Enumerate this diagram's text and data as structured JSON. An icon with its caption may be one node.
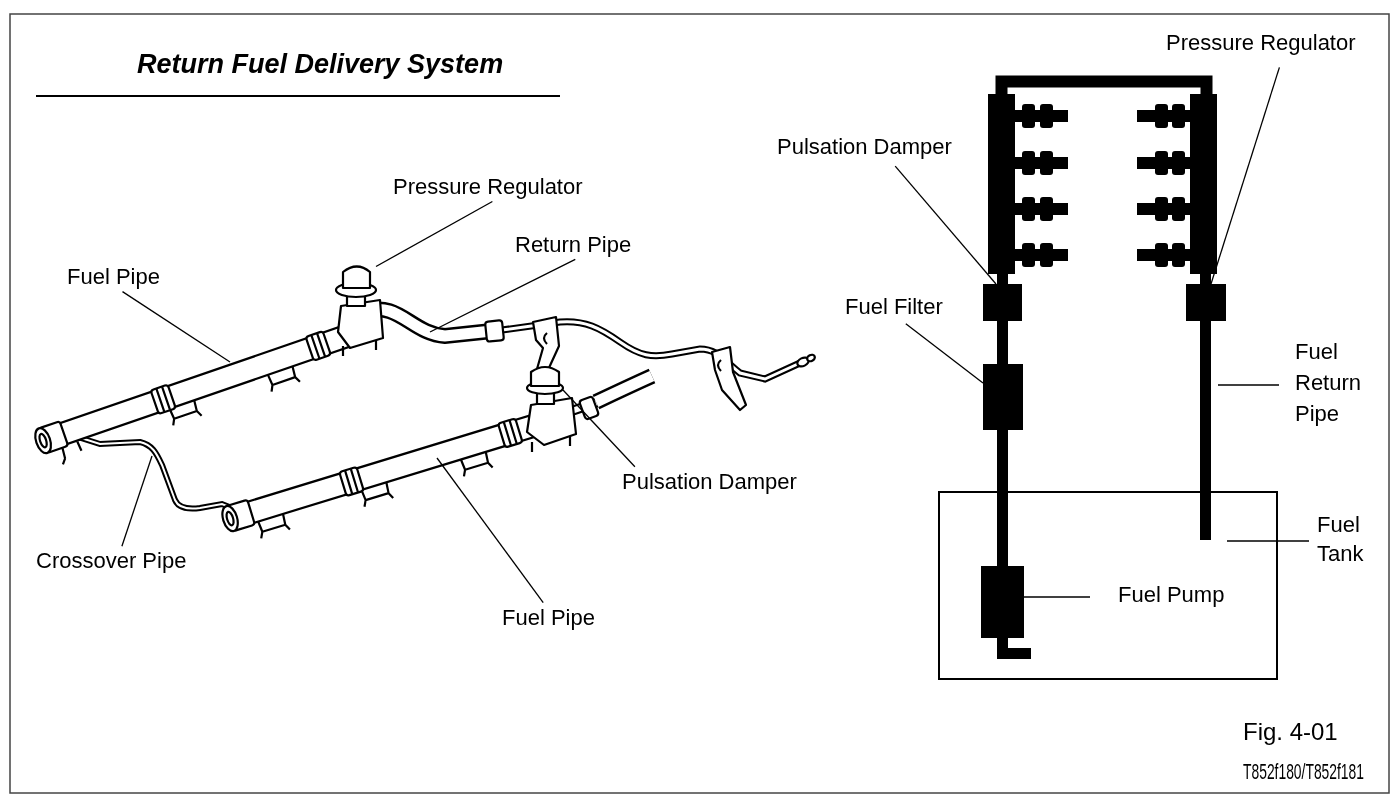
{
  "diagram": {
    "title": "Return Fuel Delivery System",
    "nodes": [
      {
        "text": [
          "Pressure Regulator"
        ]
      },
      {
        "text": [
          "Return Pipe"
        ]
      },
      {
        "text": [
          "Fuel Pipe"
        ]
      },
      {
        "text": [
          "Pulsation Damper"
        ]
      },
      {
        "text": [
          "Crossover Pipe"
        ]
      },
      {
        "text": [
          "Fuel Pipe"
        ]
      },
      {
        "text": [
          "Pressure Regulator"
        ]
      },
      {
        "text": [
          "Pulsation Damper"
        ]
      },
      {
        "text": [
          "Fuel Filter"
        ]
      },
      {
        "text": [
          "Fuel Return Pipe"
        ]
      },
      {
        "text": [
          "Fuel Tank"
        ]
      },
      {
        "text": [],
        "shape": "box"
      },
      {
        "text": [
          "Fuel Pump"
        ],
        "in": 11
      },
      {
        "text": [],
        "shape": "box"
      },
      {
        "text": [],
        "shape": "box"
      },
      {
        "text": [],
        "shape": "box"
      },
      {
        "text": [],
        "shape": "bar"
      },
      {
        "text": [],
        "shape": "box",
        "in": 11
      },
      {
        "text": [],
        "shape": "picture"
      },
      {
        "text": [],
        "shape": "picture"
      }
    ],
    "edges": [
      {
        "from": 0,
        "to": 18,
        "arrow": "none"
      },
      {
        "from": 1,
        "to": null,
        "arrow": "none"
      },
      {
        "from": 2,
        "to": null,
        "arrow": "none"
      },
      {
        "from": 3,
        "to": 19,
        "arrow": "none"
      },
      {
        "from": 4,
        "to": null,
        "arrow": "none"
      },
      {
        "from": 5,
        "to": null,
        "arrow": "none"
      },
      {
        "from": 6,
        "to": 14,
        "arrow": "none"
      },
      {
        "from": 7,
        "to": 13,
        "arrow": "none"
      },
      {
        "from": 8,
        "to": 15,
        "arrow": "none"
      },
      {
        "from": 9,
        "to": 16,
        "arrow": "none"
      },
      {
        "from": 10,
        "to": 11,
        "arrow": "none"
      },
      {
        "from": 12,
        "to": 17,
        "arrow": "none"
      }
    ],
    "labels": [
      "Fig. 4-01",
      "T852f180/T852f181"
    ]
  }
}
